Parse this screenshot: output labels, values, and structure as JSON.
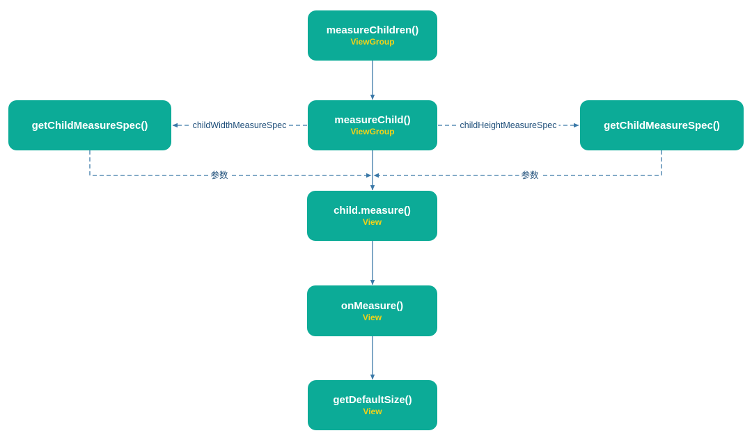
{
  "colors": {
    "node_fill": "#0cab97",
    "node_title": "#ffffff",
    "node_subtitle": "#f3d219",
    "edge": "#3b79a8",
    "edge_label": "#1f4f7a"
  },
  "nodes": {
    "measure_children": {
      "title": "measureChildren()",
      "subtitle": "ViewGroup"
    },
    "measure_child": {
      "title": "measureChild()",
      "subtitle": "ViewGroup"
    },
    "get_child_measure_spec_left": {
      "title": "getChildMeasureSpec()"
    },
    "get_child_measure_spec_right": {
      "title": "getChildMeasureSpec()"
    },
    "child_measure": {
      "title": "child.measure()",
      "subtitle": "View"
    },
    "on_measure": {
      "title": "onMeasure()",
      "subtitle": "View"
    },
    "get_default_size": {
      "title": "getDefaultSize()",
      "subtitle": "View"
    }
  },
  "edges": {
    "child_width_measure_spec": "childWidthMeasureSpec",
    "child_height_measure_spec": "childHeightMeasureSpec",
    "param_left": "参数",
    "param_right": "参数"
  }
}
